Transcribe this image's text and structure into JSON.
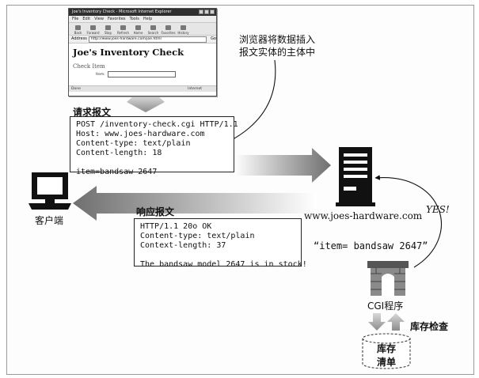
{
  "browser": {
    "title": "Joe's Inventory Check - Microsoft Internet Explorer",
    "menu": [
      "File",
      "Edit",
      "View",
      "Favorites",
      "Tools",
      "Help"
    ],
    "toolbar": [
      "Back",
      "Forward",
      "Stop",
      "Refresh",
      "Home",
      "Search",
      "Favorites",
      "History"
    ],
    "address_label": "Address",
    "address_url": "http://www.joes-hardware.com/joe.html",
    "go_label": "Go",
    "page_heading": "Joe's Inventory Check",
    "page_subheading": "Check Item",
    "item_label": "Item:",
    "status_left": "Done",
    "status_right": "Internet"
  },
  "annotation": {
    "lines": [
      "浏览器将数据插入",
      "报文实体的主体中"
    ]
  },
  "request": {
    "title": "请求报文",
    "lines": [
      "POST /inventory-check.cgi HTTP/1.1",
      "Host: www.joes-hardware.com",
      "Content-type: text/plain",
      "Content-length: 18",
      "",
      "item=bandsaw 2647"
    ]
  },
  "response": {
    "title": "响应报文",
    "lines": [
      "HTTP/1.1 20o OK",
      "Content-type: text/plain",
      "Context-length: 37",
      "",
      "The bandsaw model 2647 is in stock!"
    ]
  },
  "client": {
    "label": "客户端"
  },
  "server": {
    "label": "www.joes-hardware.com"
  },
  "cgi": {
    "label": "CGI程序",
    "query": "“item= bandsaw 2647”",
    "reply": "YES!"
  },
  "inventory": {
    "check_label": "库存检查",
    "db_line1": "库存",
    "db_line2": "清单"
  },
  "colors": {
    "arrow_gray": "#8a8a8a",
    "ink": "#111111"
  }
}
